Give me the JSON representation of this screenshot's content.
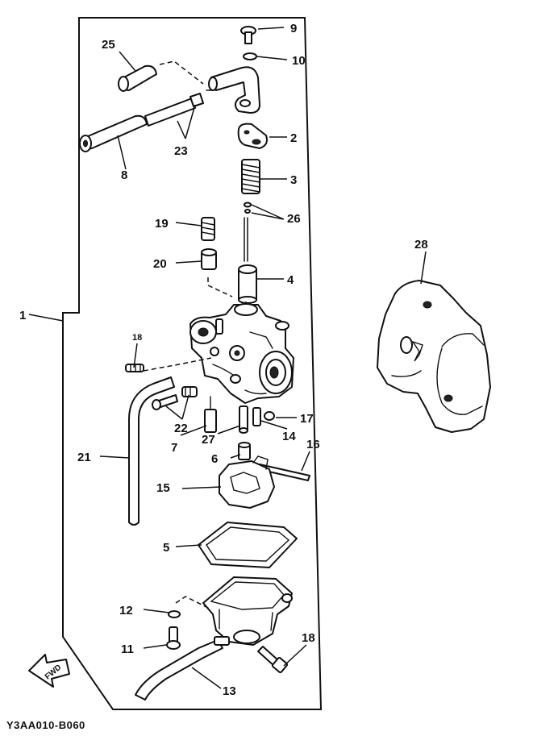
{
  "diagram": {
    "image_code": "Y3AA010-B060",
    "fwd_label": "FWD",
    "callouts": {
      "n1": "1",
      "n2": "2",
      "n3": "3",
      "n4": "4",
      "n5": "5",
      "n6": "6",
      "n7": "7",
      "n8": "8",
      "n9": "9",
      "n10": "10",
      "n11": "11",
      "n12": "12",
      "n13": "13",
      "n14": "14",
      "n15": "15",
      "n16": "16",
      "n17": "17",
      "n18a": "18",
      "n18b": "18",
      "n19": "19",
      "n20": "20",
      "n21": "21",
      "n22": "22",
      "n23": "23",
      "n25": "25",
      "n26": "26",
      "n27": "27",
      "n28": "28"
    }
  }
}
